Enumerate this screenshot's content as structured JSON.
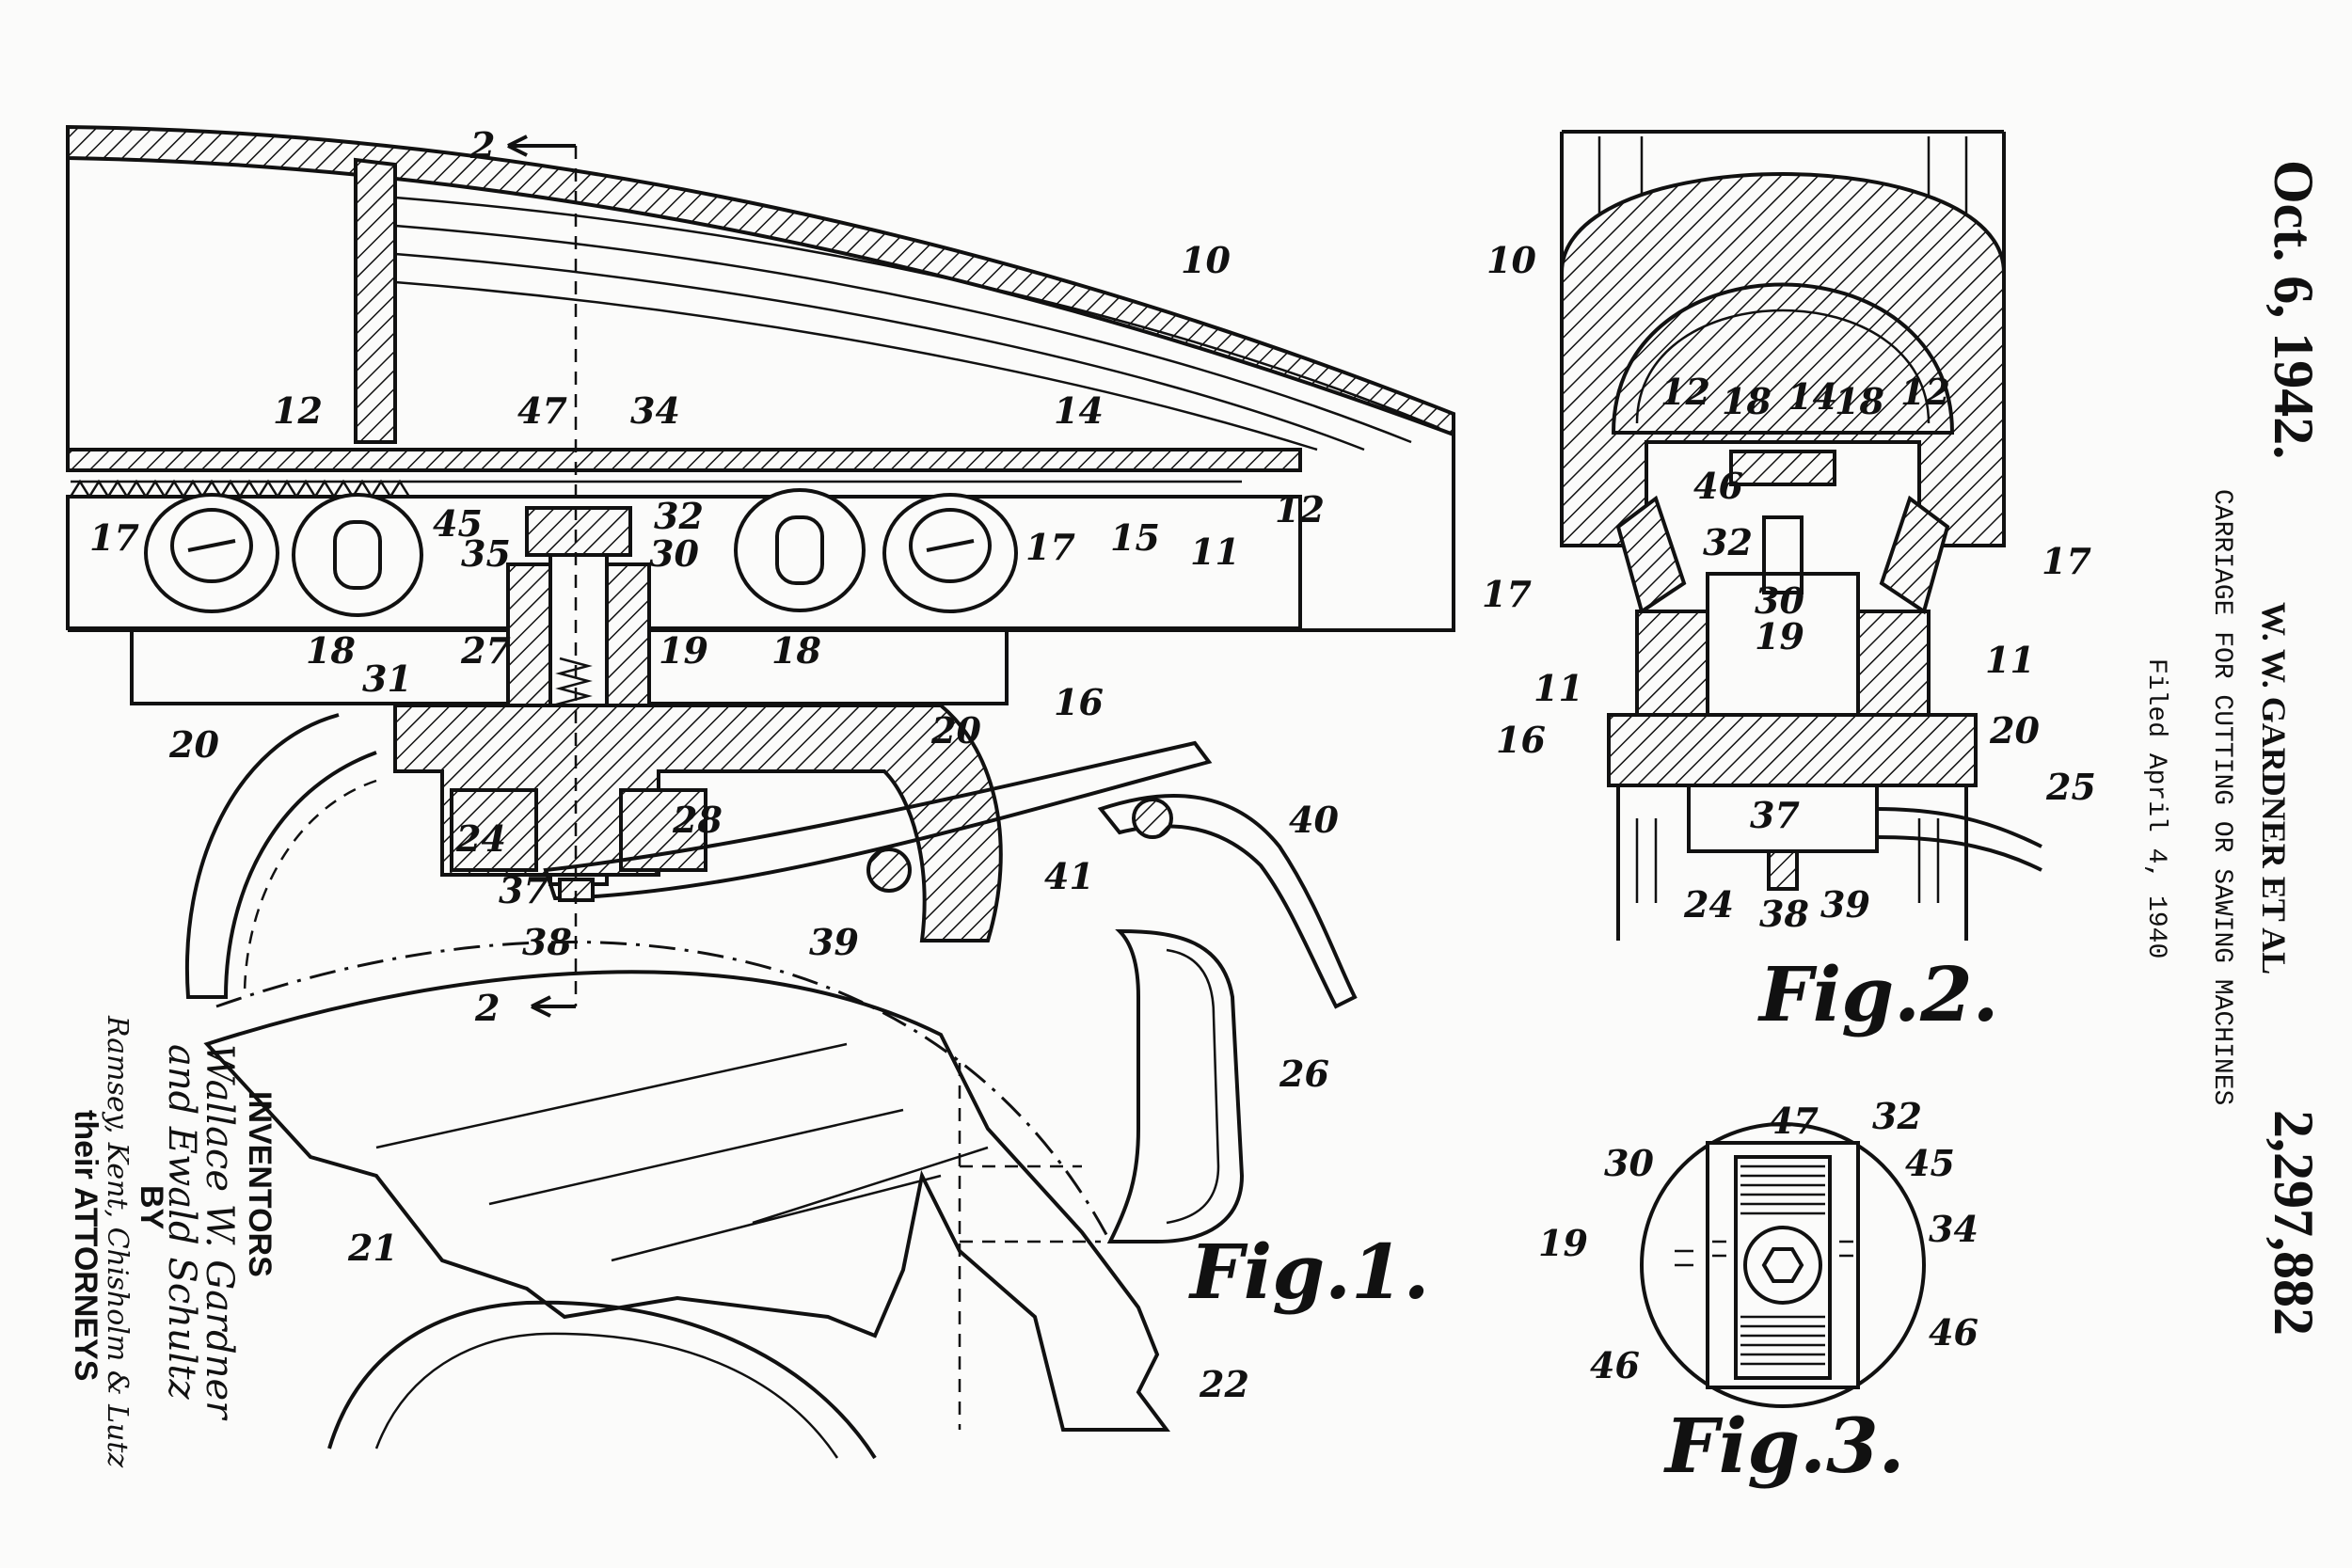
{
  "header": {
    "date": "Oct. 6, 1942.",
    "inventor": "W. W. GARDNER ET AL",
    "title": "CARRIAGE FOR CUTTING OR SAWING MACHINES",
    "filed": "Filed April 4, 1940",
    "patent_number": "2,297,882"
  },
  "figures": {
    "fig1": "Fig.1.",
    "fig2": "Fig.2.",
    "fig3": "Fig.3."
  },
  "inventors": {
    "heading": "INVENTORS",
    "name1": "Wallace W. Gardner",
    "name2": "and Ewald Schultz",
    "by": "BY",
    "attorney_firm": "Ramsey, Kent, Chisholm & Lutz",
    "attorneys": "their ATTORNEYS"
  },
  "fig1_labels": [
    "2",
    "10",
    "12",
    "47",
    "34",
    "14",
    "17",
    "18",
    "45",
    "32",
    "35",
    "30",
    "15",
    "12",
    "17",
    "11",
    "27",
    "19",
    "31",
    "18",
    "16",
    "20",
    "20",
    "24",
    "28",
    "40",
    "41",
    "37",
    "38",
    "39",
    "2",
    "26",
    "21",
    "22"
  ],
  "fig2_labels": [
    "10",
    "12",
    "18",
    "14",
    "18",
    "12",
    "46",
    "32",
    "17",
    "17",
    "30",
    "19",
    "11",
    "11",
    "16",
    "20",
    "25",
    "37",
    "24",
    "38",
    "39"
  ],
  "fig3_labels": [
    "47",
    "32",
    "30",
    "45",
    "19",
    "34",
    "46",
    "46"
  ]
}
